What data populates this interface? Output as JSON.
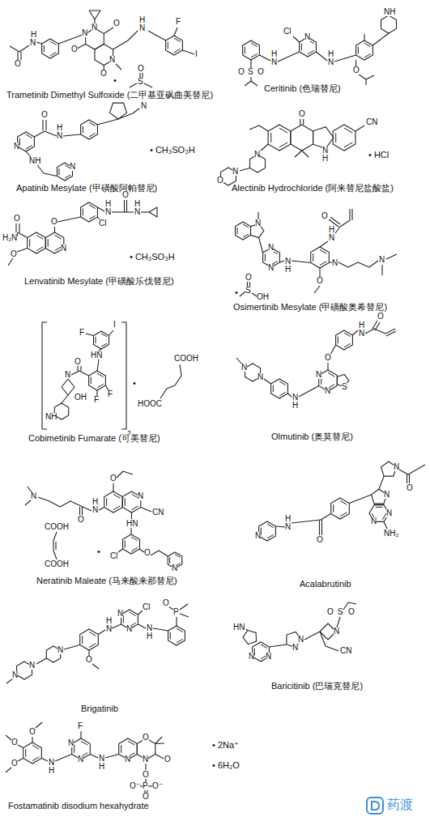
{
  "diagram": {
    "labels": [
      "O",
      "H",
      "N",
      "N",
      "O",
      "N",
      "O",
      "N",
      "O",
      "H",
      "N",
      "F",
      "I",
      "•",
      "O",
      "S",
      "Trametinib Dimethyl Sulfoxide (二甲基亚砜曲美替尼)",
      "Cl",
      "N",
      "H",
      "N",
      "H",
      "N",
      "NH",
      "O",
      "S",
      "O",
      "O",
      "Ceritinib (色瑞替尼)",
      "O",
      "H",
      "N",
      "N",
      "N",
      "NH",
      "N",
      "• CH₃SO₃H",
      "Apatinib Mesylate (甲磺酸阿帕替尼)",
      "O",
      "N",
      "H",
      "CN",
      "N",
      "N",
      "O",
      "• HCl",
      "Alectinib Hydrochloride (阿来替尼盐酸盐)",
      "O",
      "H",
      "N",
      "O",
      "H",
      "N",
      "Cl",
      "O",
      "H₂N",
      "O",
      "N",
      "• CH₃SO₃H",
      "Lenvatinib Mesylate (甲磺酸乐伐替尼)",
      "N",
      "N",
      "N",
      "N",
      "H",
      "H",
      "N",
      "O",
      "N",
      "N",
      "O",
      "•",
      "O",
      "S",
      "OH",
      "Osimertinib Mesylate (甲磺酸奥希替尼)",
      "I",
      "F",
      "HN",
      "O",
      "N",
      "OH",
      "F",
      "F",
      "NH",
      "2",
      "•",
      "COOH",
      "HOOC",
      "Cobimetinib Fumarate (可美替尼)",
      "N",
      "N",
      "N",
      "H",
      "N",
      "N",
      "O",
      "H",
      "N",
      "O",
      "S",
      "Olmutinib (奥莫替尼)",
      "O",
      "N",
      "CN",
      "H",
      "N",
      "O",
      "N",
      "HN",
      "Cl",
      "O",
      "N",
      "COOH",
      "•",
      "COOH",
      "Neratinib Maleate (马来酸来那替尼)",
      "N",
      "O",
      "N",
      "N",
      "NH₂",
      "N",
      "H",
      "N",
      "N",
      "O",
      "Acalabrutinib",
      "N",
      "N",
      "N",
      "O",
      "H",
      "N",
      "N",
      "N",
      "Cl",
      "N",
      "H",
      "P",
      "O",
      "Brigatinib",
      "HN",
      "N",
      "N",
      "N",
      "N",
      "N",
      "S",
      "O",
      "O",
      "CN",
      "Baricitinib (巴瑞克替尼)",
      "O",
      "O",
      "O",
      "N",
      "H",
      "N",
      "N",
      "F",
      "N",
      "H",
      "N",
      "O",
      "O",
      "N",
      "O",
      "P",
      "O⁻",
      "O⁻",
      "O",
      "• 2Na⁺",
      "• 6H₂O",
      "Fostamatinib disodium hexahydrate",
      "药渡"
    ]
  }
}
